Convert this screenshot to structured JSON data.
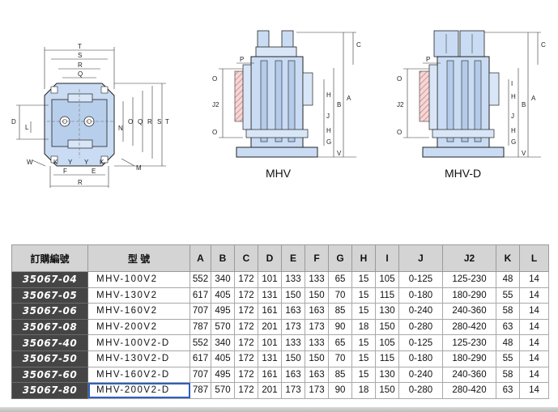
{
  "drawings": {
    "label_mhv": "MHV",
    "label_mhvd": "MHV-D",
    "top_view_labels": {
      "T": "T",
      "S": "S",
      "R": "R",
      "Q": "Q",
      "D": "D",
      "L": "L",
      "N": "N",
      "O": "O",
      "W": "W",
      "K": "K",
      "Y": "Y",
      "E": "E",
      "F": "F",
      "M": "M"
    },
    "side_view_labels": {
      "P": "P",
      "O": "O",
      "J2": "J2",
      "C": "C",
      "A": "A",
      "B": "B",
      "H": "H",
      "J": "J",
      "G": "G",
      "V": "V",
      "I": "I"
    }
  },
  "table": {
    "headers": [
      "訂購編號",
      "型 號",
      "A",
      "B",
      "C",
      "D",
      "E",
      "F",
      "G",
      "H",
      "I",
      "J",
      "J2",
      "K",
      "L"
    ],
    "rows": [
      [
        "35067-04",
        "MHV-100V2",
        "552",
        "340",
        "172",
        "101",
        "133",
        "133",
        "65",
        "15",
        "105",
        "0-125",
        "125-230",
        "48",
        "14"
      ],
      [
        "35067-05",
        "MHV-130V2",
        "617",
        "405",
        "172",
        "131",
        "150",
        "150",
        "70",
        "15",
        "115",
        "0-180",
        "180-290",
        "55",
        "14"
      ],
      [
        "35067-06",
        "MHV-160V2",
        "707",
        "495",
        "172",
        "161",
        "163",
        "163",
        "85",
        "15",
        "130",
        "0-240",
        "240-360",
        "58",
        "14"
      ],
      [
        "35067-08",
        "MHV-200V2",
        "787",
        "570",
        "172",
        "201",
        "173",
        "173",
        "90",
        "18",
        "150",
        "0-280",
        "280-420",
        "63",
        "14"
      ],
      [
        "35067-40",
        "MHV-100V2-D",
        "552",
        "340",
        "172",
        "101",
        "133",
        "133",
        "65",
        "15",
        "105",
        "0-125",
        "125-230",
        "48",
        "14"
      ],
      [
        "35067-50",
        "MHV-130V2-D",
        "617",
        "405",
        "172",
        "131",
        "150",
        "150",
        "70",
        "15",
        "115",
        "0-180",
        "180-290",
        "55",
        "14"
      ],
      [
        "35067-60",
        "MHV-160V2-D",
        "707",
        "495",
        "172",
        "161",
        "163",
        "163",
        "85",
        "15",
        "130",
        "0-240",
        "240-360",
        "58",
        "14"
      ],
      [
        "35067-80",
        "MHV-200V2-D",
        "787",
        "570",
        "172",
        "201",
        "173",
        "173",
        "90",
        "18",
        "150",
        "0-280",
        "280-420",
        "63",
        "14"
      ]
    ],
    "selected_row": 7
  },
  "colors": {
    "part_fill": "#c9dcf3",
    "part_stroke": "#222222",
    "hatch": "#d99090",
    "order_cell": "#454545",
    "header_cell": "#d4d4d4",
    "selection": "#2f5fc0"
  }
}
